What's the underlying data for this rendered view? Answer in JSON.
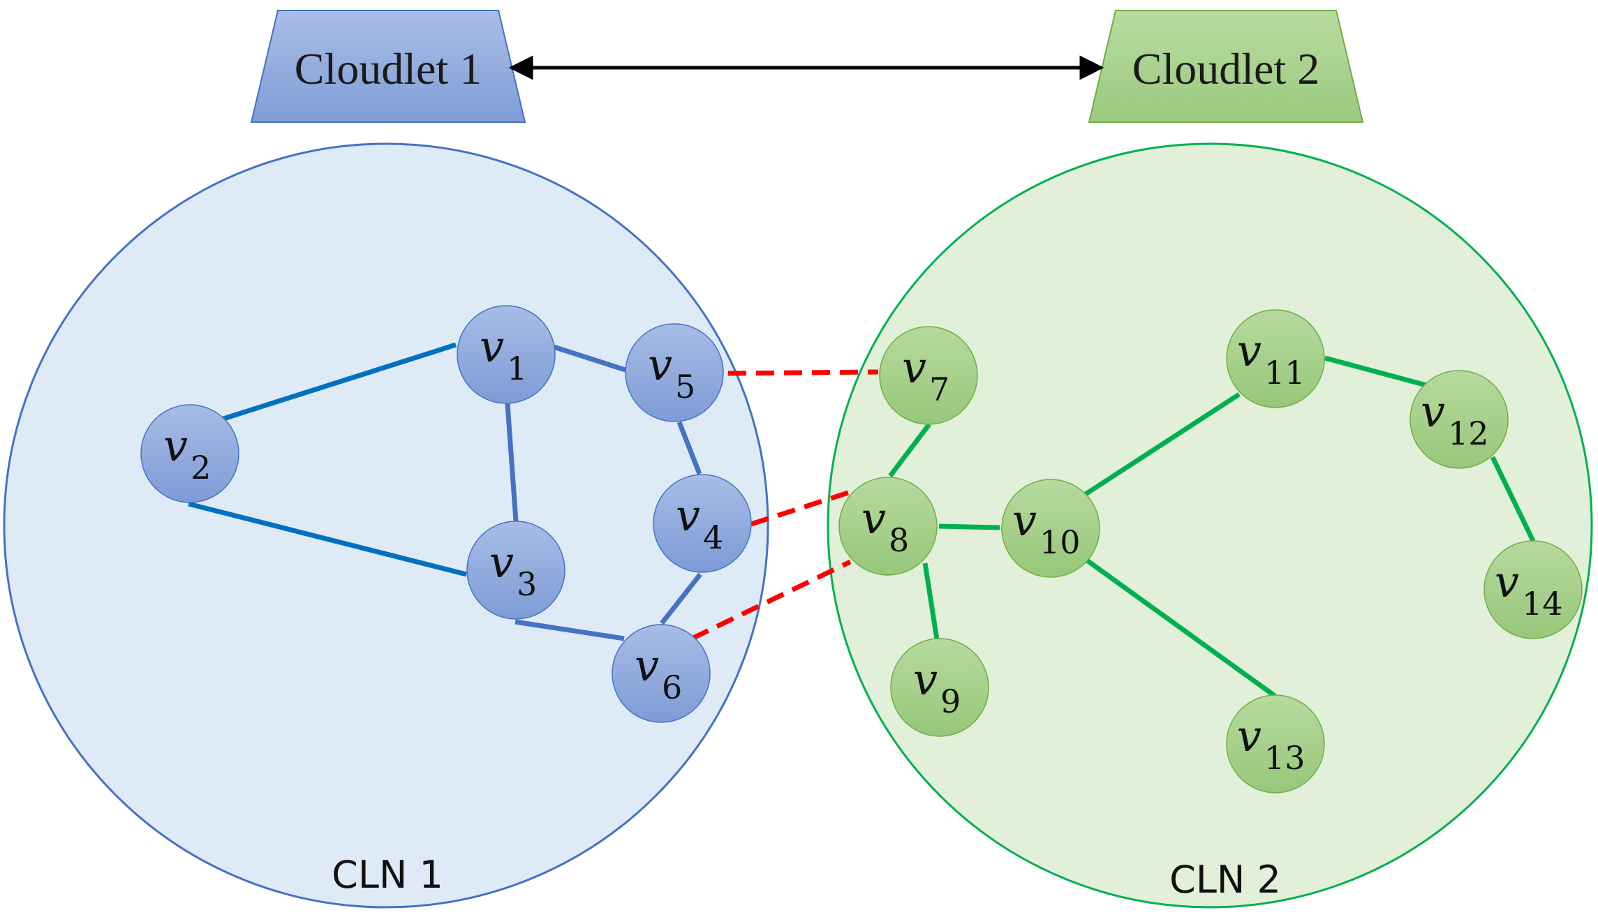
{
  "colors": {
    "blue_stroke": "#4472C4",
    "blue_fill": "#DEEAF6",
    "blue_node": "#8FAADC",
    "blue_edge": "#0070C0",
    "green_stroke": "#00B050",
    "green_fill": "#E2F0D9",
    "green_node": "#A9D18E",
    "green_edge": "#00B050",
    "inter_edge": "#FF0000",
    "arrow": "#000000"
  },
  "cloudlets": [
    {
      "id": "cloudlet-1",
      "label": "Cloudlet 1"
    },
    {
      "id": "cloudlet-2",
      "label": "Cloudlet 2"
    }
  ],
  "clusters": [
    {
      "id": "cln-1",
      "label": "CLN 1"
    },
    {
      "id": "cln-2",
      "label": "CLN 2"
    }
  ],
  "nodes": [
    {
      "id": "v1",
      "letter": "v",
      "sub": "1",
      "cluster": "cln-1"
    },
    {
      "id": "v2",
      "letter": "v",
      "sub": "2",
      "cluster": "cln-1"
    },
    {
      "id": "v3",
      "letter": "v",
      "sub": "3",
      "cluster": "cln-1"
    },
    {
      "id": "v4",
      "letter": "v",
      "sub": "4",
      "cluster": "cln-1"
    },
    {
      "id": "v5",
      "letter": "v",
      "sub": "5",
      "cluster": "cln-1"
    },
    {
      "id": "v6",
      "letter": "v",
      "sub": "6",
      "cluster": "cln-1"
    },
    {
      "id": "v7",
      "letter": "v",
      "sub": "7",
      "cluster": "cln-2"
    },
    {
      "id": "v8",
      "letter": "v",
      "sub": "8",
      "cluster": "cln-2"
    },
    {
      "id": "v9",
      "letter": "v",
      "sub": "9",
      "cluster": "cln-2"
    },
    {
      "id": "v10",
      "letter": "v",
      "sub": "10",
      "cluster": "cln-2"
    },
    {
      "id": "v11",
      "letter": "v",
      "sub": "11",
      "cluster": "cln-2"
    },
    {
      "id": "v12",
      "letter": "v",
      "sub": "12",
      "cluster": "cln-2"
    },
    {
      "id": "v13",
      "letter": "v",
      "sub": "13",
      "cluster": "cln-2"
    },
    {
      "id": "v14",
      "letter": "v",
      "sub": "14",
      "cluster": "cln-2"
    }
  ],
  "edges": [
    {
      "from": "v1",
      "to": "v2",
      "type": "intra-blue"
    },
    {
      "from": "v1",
      "to": "v5",
      "type": "intra-blue"
    },
    {
      "from": "v1",
      "to": "v3",
      "type": "intra-blue"
    },
    {
      "from": "v2",
      "to": "v3",
      "type": "intra-blue"
    },
    {
      "from": "v5",
      "to": "v4",
      "type": "intra-blue"
    },
    {
      "from": "v4",
      "to": "v6",
      "type": "intra-blue"
    },
    {
      "from": "v3",
      "to": "v6",
      "type": "intra-blue"
    },
    {
      "from": "v7",
      "to": "v8",
      "type": "intra-green"
    },
    {
      "from": "v8",
      "to": "v10",
      "type": "intra-green"
    },
    {
      "from": "v8",
      "to": "v9",
      "type": "intra-green"
    },
    {
      "from": "v10",
      "to": "v11",
      "type": "intra-green"
    },
    {
      "from": "v10",
      "to": "v13",
      "type": "intra-green"
    },
    {
      "from": "v11",
      "to": "v12",
      "type": "intra-green"
    },
    {
      "from": "v12",
      "to": "v14",
      "type": "intra-green"
    },
    {
      "from": "v5",
      "to": "v7",
      "type": "inter"
    },
    {
      "from": "v4",
      "to": "v8",
      "type": "inter"
    },
    {
      "from": "v6",
      "to": "v8",
      "type": "inter"
    }
  ],
  "links": [
    {
      "from": "cloudlet-1",
      "to": "cloudlet-2",
      "type": "bidirectional"
    }
  ]
}
